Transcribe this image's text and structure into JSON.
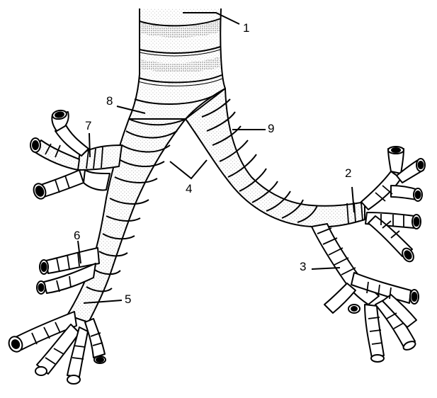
{
  "figure": {
    "labels": [
      {
        "id": "1",
        "text": "1"
      },
      {
        "id": "2",
        "text": "2"
      },
      {
        "id": "3",
        "text": "3"
      },
      {
        "id": "4",
        "text": "4"
      },
      {
        "id": "5",
        "text": "5"
      },
      {
        "id": "6",
        "text": "6"
      },
      {
        "id": "7",
        "text": "7"
      },
      {
        "id": "8",
        "text": "8"
      },
      {
        "id": "9",
        "text": "9"
      }
    ],
    "colors": {
      "ink": "#000000",
      "fill": "#ffffff",
      "stipple": "#000000"
    }
  }
}
